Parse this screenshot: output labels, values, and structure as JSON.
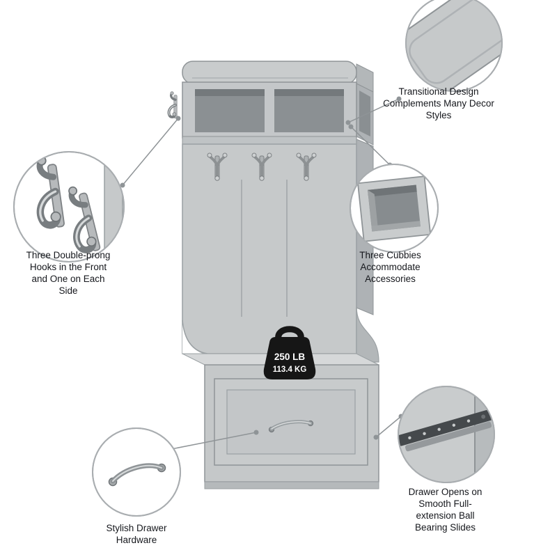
{
  "callouts": {
    "design": {
      "label": "Transitional Design Complements Many Decor Styles"
    },
    "hooks": {
      "label": "Three Double-prong Hooks in the Front and One on Each Side"
    },
    "cubbies": {
      "label": "Three Cubbies Accommodate Accessories"
    },
    "slides": {
      "label": "Drawer Opens on Smooth Full-extension Ball Bearing Slides"
    },
    "hardware": {
      "label": "Stylish Drawer Hardware"
    }
  },
  "weight_badge": {
    "pounds": "250 LB",
    "kilograms": "113.4 KG"
  },
  "colors": {
    "furniture_gray": "#c6c9ca",
    "furniture_dark_side": "#aeb2b5",
    "outline": "#8f9497",
    "cubby_interior": "#8b9093",
    "badge_black": "#161616",
    "text": "#15171c",
    "callout_border": "#a9adb0"
  }
}
